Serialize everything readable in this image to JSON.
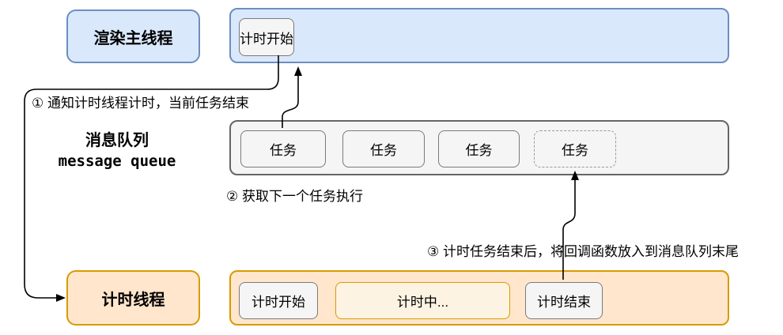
{
  "diagram": {
    "render_thread": {
      "label": "渲染主线程"
    },
    "render_timeline": {
      "timer_start": "计时开始"
    },
    "annotations": {
      "step1": "① 通知计时线程计时，当前任务结束",
      "step2": "② 获取下一个任务执行",
      "step3": "③ 计时任务结束后，将回调函数放入到消息队列末尾"
    },
    "queue": {
      "title_cn": "消息队列",
      "title_en": "message queue",
      "tasks": [
        "任务",
        "任务",
        "任务"
      ],
      "pending_task": "任务"
    },
    "timer_thread": {
      "label": "计时线程"
    },
    "timer_timeline": {
      "start": "计时开始",
      "running": "计时中...",
      "end": "计时结束"
    },
    "colors": {
      "blue_fill": "#DAE8FC",
      "blue_stroke": "#6C8EBF",
      "orange_fill": "#FFE6CC",
      "orange_stroke": "#D79B00",
      "gray_fill": "#F5F5F5",
      "gray_stroke": "#666666",
      "cream_fill": "#FDF3E2",
      "arrow": "#000000"
    }
  }
}
